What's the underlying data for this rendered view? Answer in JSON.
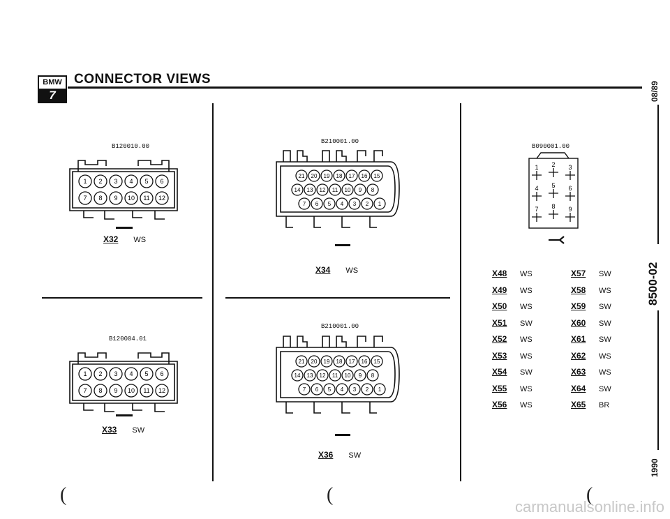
{
  "header": {
    "logo_top": "BMW",
    "logo_number": "7",
    "title": "CONNECTOR VIEWS"
  },
  "side": {
    "top": "08/89",
    "middle": "8500-02",
    "bottom": "1990"
  },
  "connectors": [
    {
      "part": "B120010.00",
      "id": "X32",
      "color": "WS"
    },
    {
      "part": "B120004.01",
      "id": "X33",
      "color": "SW"
    },
    {
      "part": "B210001.00",
      "id": "X34",
      "color": "WS"
    },
    {
      "part": "B210001.00",
      "id": "X36",
      "color": "SW"
    },
    {
      "part": "B090001.00"
    }
  ],
  "pins12": {
    "row1": [
      "1",
      "2",
      "3",
      "4",
      "5",
      "6"
    ],
    "row2": [
      "7",
      "8",
      "9",
      "10",
      "11",
      "12"
    ]
  },
  "pins21": {
    "row1": [
      "21",
      "20",
      "19",
      "18",
      "17",
      "16",
      "15"
    ],
    "row2": [
      "14",
      "13",
      "12",
      "11",
      "10",
      "9",
      "8"
    ],
    "row3": [
      "7",
      "6",
      "5",
      "4",
      "3",
      "2",
      "1"
    ]
  },
  "pins9": [
    "1",
    "2",
    "3",
    "4",
    "5",
    "6",
    "7",
    "8",
    "9"
  ],
  "list_left": [
    {
      "id": "X48",
      "color": "WS"
    },
    {
      "id": "X49",
      "color": "WS"
    },
    {
      "id": "X50",
      "color": "WS"
    },
    {
      "id": "X51",
      "color": "SW"
    },
    {
      "id": "X52",
      "color": "WS"
    },
    {
      "id": "X53",
      "color": "WS"
    },
    {
      "id": "X54",
      "color": "SW"
    },
    {
      "id": "X55",
      "color": "WS"
    },
    {
      "id": "X56",
      "color": "WS"
    }
  ],
  "list_right": [
    {
      "id": "X57",
      "color": "SW"
    },
    {
      "id": "X58",
      "color": "WS"
    },
    {
      "id": "X59",
      "color": "SW"
    },
    {
      "id": "X60",
      "color": "SW"
    },
    {
      "id": "X61",
      "color": "SW"
    },
    {
      "id": "X62",
      "color": "WS"
    },
    {
      "id": "X63",
      "color": "WS"
    },
    {
      "id": "X64",
      "color": "SW"
    },
    {
      "id": "X65",
      "color": "BR"
    }
  ],
  "watermark": "carmanualsonline.info"
}
